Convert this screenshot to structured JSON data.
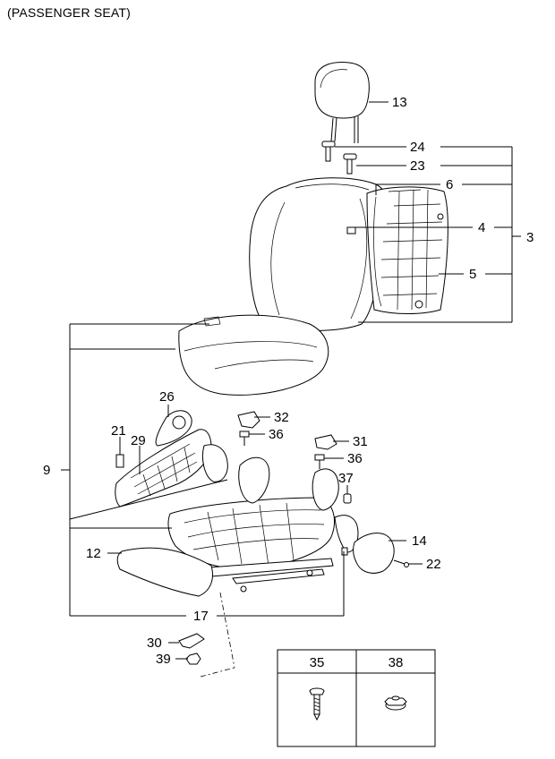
{
  "title": "(PASSENGER SEAT)",
  "callouts": {
    "p13": "13",
    "p24": "24",
    "p23": "23",
    "p6": "6",
    "p4": "4",
    "p3": "3",
    "p5": "5",
    "p26": "26",
    "p32": "32",
    "p21": "21",
    "p29": "29",
    "p36a": "36",
    "p31": "31",
    "p36b": "36",
    "p9": "9",
    "p37": "37",
    "p14": "14",
    "p12": "12",
    "p22": "22",
    "p17": "17",
    "p30": "30",
    "p39": "39"
  },
  "legend": {
    "headers": [
      "35",
      "38"
    ],
    "icons": [
      "screw-icon",
      "nut-icon"
    ]
  }
}
